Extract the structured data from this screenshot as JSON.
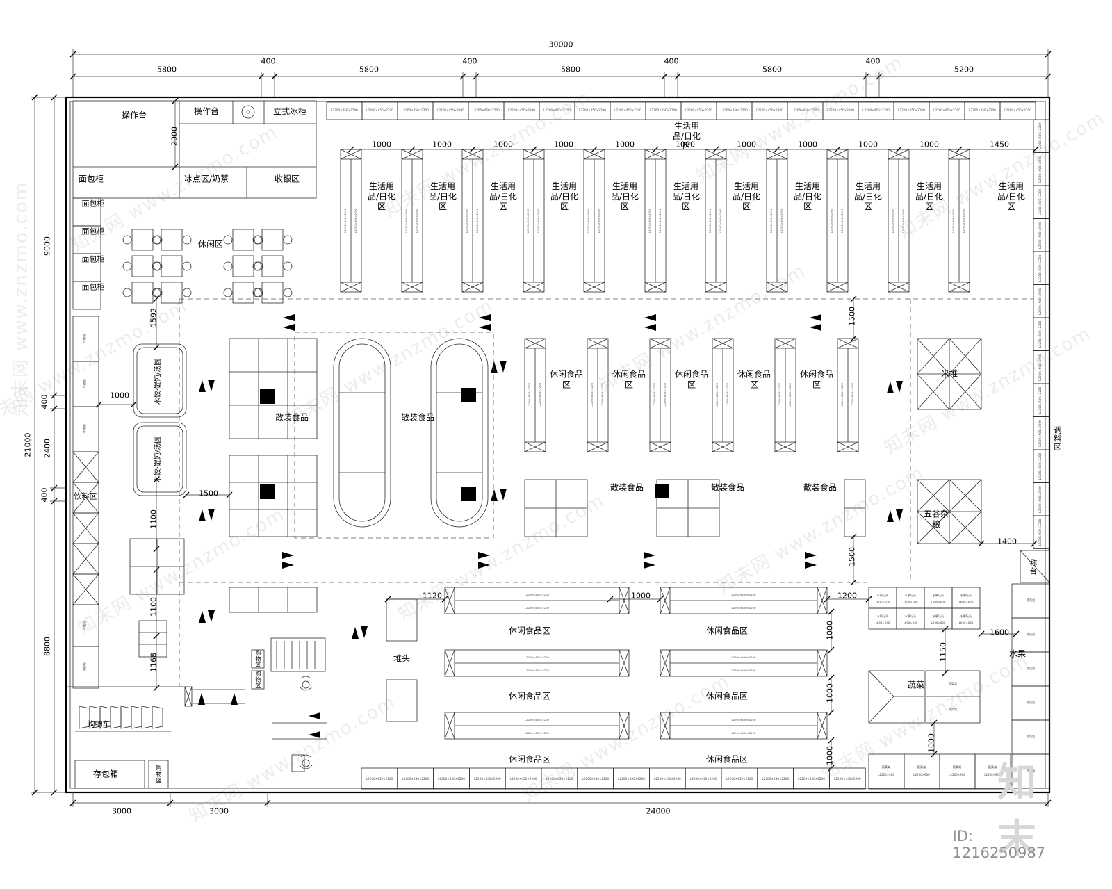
{
  "watermark": {
    "site": "知末网 www.znzmo.com",
    "logo": "知末",
    "id": "ID: 1216250987"
  },
  "dims": {
    "total_top": "30000",
    "top": [
      "5800",
      "400",
      "5800",
      "400",
      "5800",
      "400",
      "5800",
      "400",
      "5200"
    ],
    "total_left": "21000",
    "left": [
      "9000",
      "400",
      "2400",
      "400",
      "8800"
    ],
    "bottom": [
      "3000",
      "3000",
      "24000"
    ],
    "k1000": "1000",
    "k1450": "1450",
    "k2000": "2000",
    "k1592": "1592",
    "k1500": "1500",
    "k1100": "1100",
    "k1168": "1168",
    "k1120": "1120",
    "k1200": "1200",
    "k1600": "1600",
    "k1150": "1150",
    "k1400": "1400"
  },
  "zones": {
    "operation_counter": "操作台",
    "upright_freezer": "立式冰柜",
    "bread_cabinet": "面包柜",
    "ice_milk_tea": "冰点区/奶茶",
    "cashier": "收银区",
    "leisure": "休闲区",
    "daily_goods": "生活用品/日化区",
    "bulk_food": "散装食品",
    "snack_food": "休闲食品区",
    "rice_pile": "米堆",
    "seasoning": "调料区",
    "grains": "五谷杂粮",
    "weighing": "称台",
    "fruit": "水果",
    "vegetable": "蔬菜",
    "pile_head": "堆头",
    "beverage": "饮料区",
    "cart": "购物车",
    "locker": "存包箱",
    "basket": "购物篮",
    "freezer_label": "水饺·馄饨/汤圆",
    "cold_cabinet": "冷藏柜",
    "shelf_spec_top": "L2200×450×2200",
    "shelf_spec_side": "L2200×600×2200",
    "fruit_rack": "水果坛头",
    "fruit_rack_size": "L600×600",
    "veg_rack": "蔬菜架",
    "veg_rack_size": "L2200×900"
  }
}
